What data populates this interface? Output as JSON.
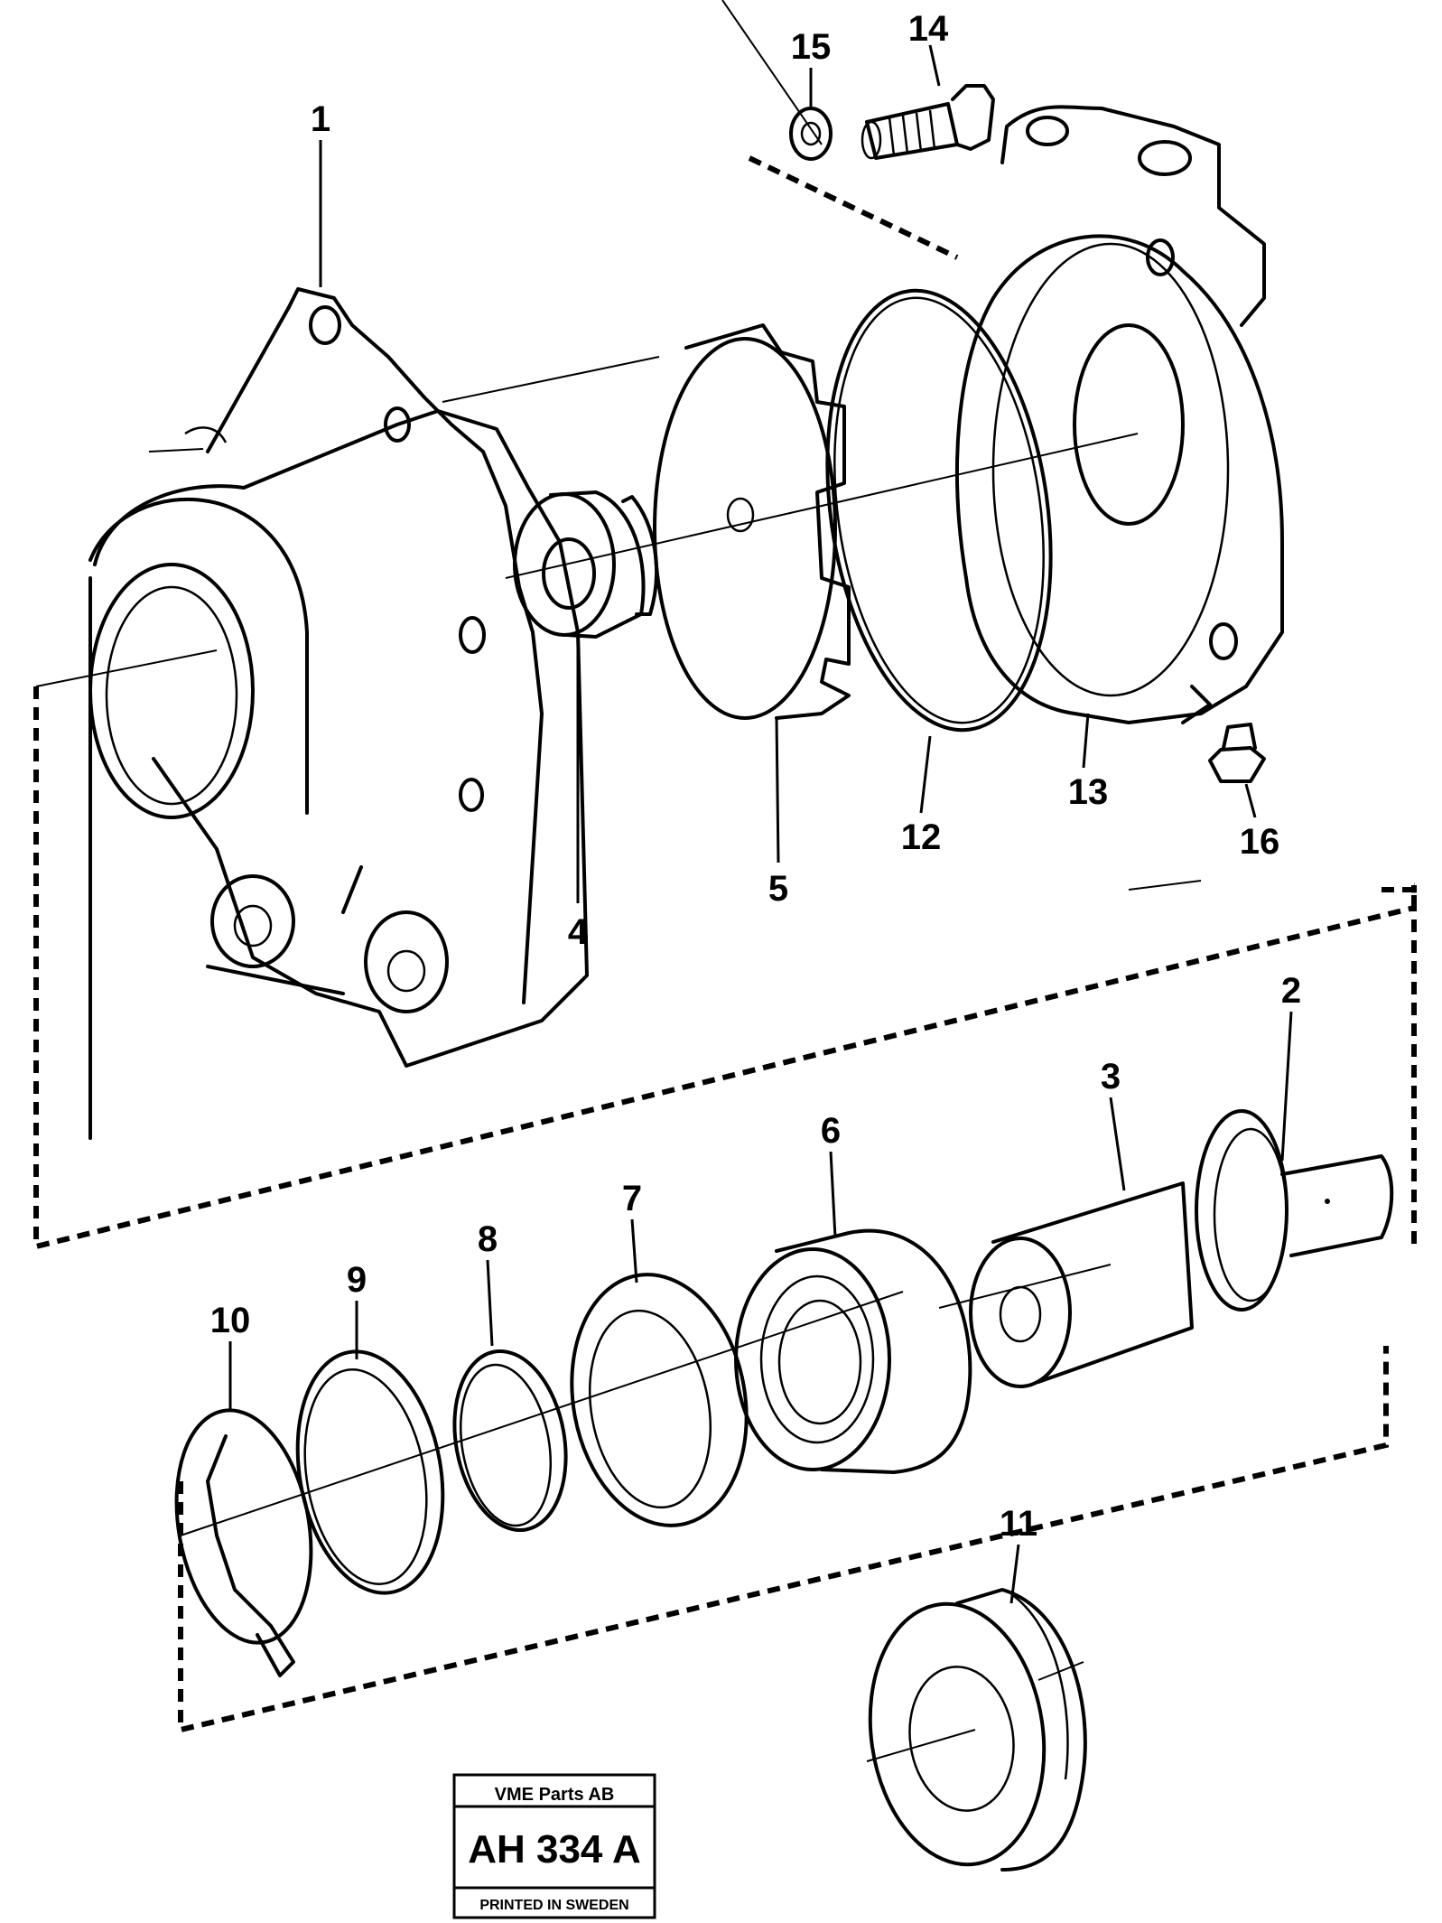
{
  "callouts": {
    "p1": "1",
    "p2": "2",
    "p3": "3",
    "p4": "4",
    "p5": "5",
    "p6": "6",
    "p7": "7",
    "p8": "8",
    "p9": "9",
    "p10": "10",
    "p11": "11",
    "p12": "12",
    "p13": "13",
    "p14": "14",
    "p15": "15",
    "p16": "16"
  },
  "stamp": {
    "company": "VME Parts AB",
    "code": "AH 334 A",
    "printed": "PRINTED IN SWEDEN"
  }
}
